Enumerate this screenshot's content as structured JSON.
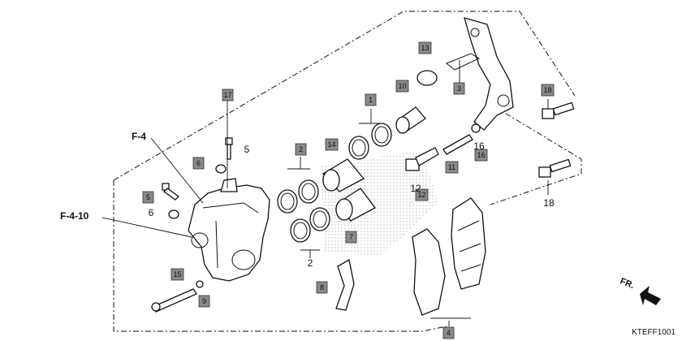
{
  "diagram": {
    "code": "KTEFF1001",
    "direction_label": "FR.",
    "reference_labels": [
      {
        "id": "ref-f4",
        "text": "F-4"
      },
      {
        "id": "ref-f410",
        "text": "F-4-10"
      }
    ],
    "boxed_callouts": [
      {
        "id": "c17",
        "text": "17"
      },
      {
        "id": "c1",
        "text": "1"
      },
      {
        "id": "c2",
        "text": "2"
      },
      {
        "id": "c6",
        "text": "6"
      },
      {
        "id": "c5",
        "text": "5"
      },
      {
        "id": "c14",
        "text": "14"
      },
      {
        "id": "c7",
        "text": "7"
      },
      {
        "id": "c10",
        "text": "10"
      },
      {
        "id": "c13",
        "text": "13"
      },
      {
        "id": "c3",
        "text": "3"
      },
      {
        "id": "c11",
        "text": "11"
      },
      {
        "id": "c12",
        "text": "12"
      },
      {
        "id": "c16",
        "text": "16"
      },
      {
        "id": "c18",
        "text": "18"
      },
      {
        "id": "c15",
        "text": "15"
      },
      {
        "id": "c9",
        "text": "9"
      },
      {
        "id": "c8",
        "text": "8"
      },
      {
        "id": "c4",
        "text": "4"
      }
    ],
    "plain_callouts": [
      {
        "id": "p5a",
        "text": "5"
      },
      {
        "id": "p6",
        "text": "6"
      },
      {
        "id": "p2",
        "text": "2"
      },
      {
        "id": "p16",
        "text": "16"
      },
      {
        "id": "p12",
        "text": "12"
      },
      {
        "id": "p18",
        "text": "18"
      }
    ]
  }
}
